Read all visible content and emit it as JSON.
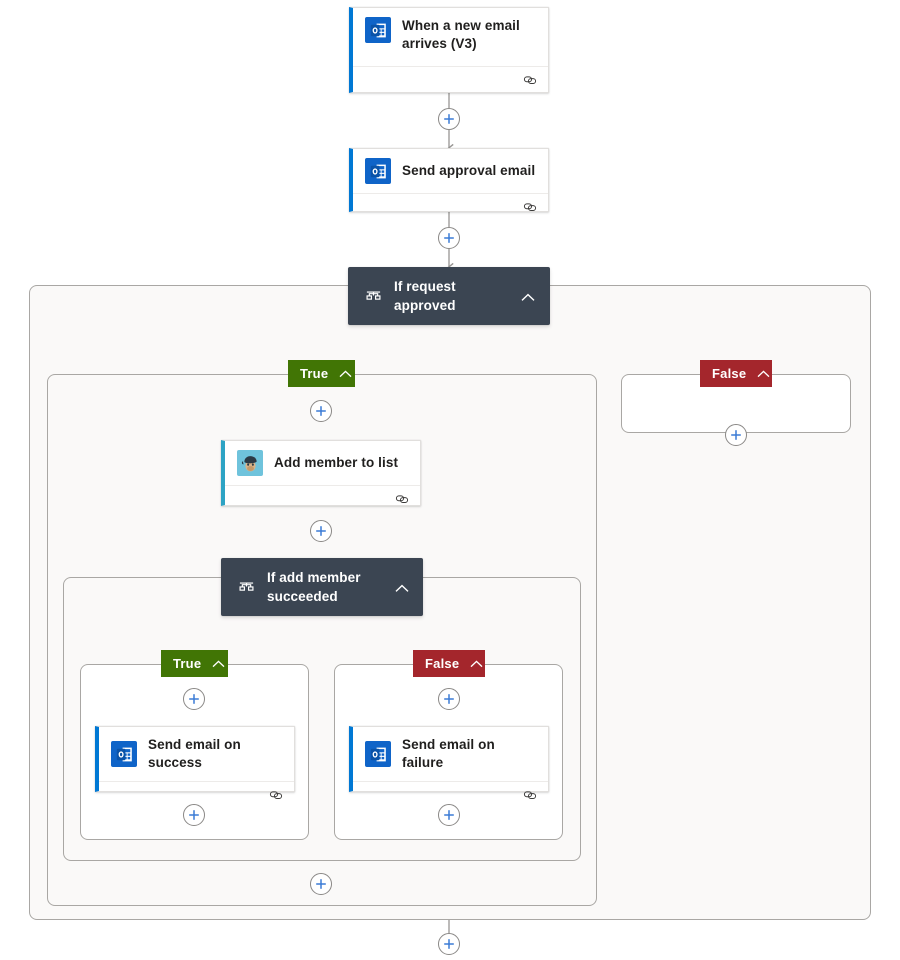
{
  "flow": {
    "title": "Email approval flow designer canvas",
    "colors": {
      "accent_blue": "#0078d4",
      "condition_dark": "#3b4552",
      "true_green": "#417505",
      "false_red": "#a4262c",
      "scope_bg": "#faf9f8",
      "edge_gray": "#979593",
      "mailchimp_teal": "#2da3c4"
    },
    "nodes": {
      "trigger": {
        "label": "When a new email arrives (V3)",
        "icon": "outlook-icon",
        "footer_icon": "link-icon"
      },
      "send_approval": {
        "label": "Send approval email",
        "icon": "outlook-icon",
        "footer_icon": "link-icon"
      },
      "condition_outer": {
        "label": "If request approved",
        "icon": "condition-icon",
        "collapse_icon": "chevron-up-icon"
      },
      "add_member": {
        "label": "Add member to list",
        "icon": "mailchimp-icon",
        "footer_icon": "link-icon"
      },
      "condition_inner": {
        "label": "If add member succeeded",
        "icon": "condition-icon",
        "collapse_icon": "chevron-up-icon"
      },
      "send_success": {
        "label": "Send email on success",
        "icon": "outlook-icon",
        "footer_icon": "link-icon"
      },
      "send_failure": {
        "label": "Send email on failure",
        "icon": "outlook-icon",
        "footer_icon": "link-icon"
      }
    },
    "branches": {
      "outer_true": {
        "label": "True",
        "collapse_icon": "chevron-up-icon"
      },
      "outer_false": {
        "label": "False",
        "collapse_icon": "chevron-up-icon"
      },
      "inner_true": {
        "label": "True",
        "collapse_icon": "chevron-up-icon"
      },
      "inner_false": {
        "label": "False",
        "collapse_icon": "chevron-up-icon"
      }
    },
    "add_buttons": [
      {
        "id": "add-after-trigger",
        "name": "add-step-after-trigger"
      },
      {
        "id": "add-after-approval",
        "name": "add-step-after-send-approval-email"
      },
      {
        "id": "add-true-top",
        "name": "add-step-true-branch-top"
      },
      {
        "id": "add-after-add-member",
        "name": "add-step-after-add-member"
      },
      {
        "id": "add-false-empty",
        "name": "add-step-false-branch"
      },
      {
        "id": "add-inner-true-top",
        "name": "add-step-inner-true-top"
      },
      {
        "id": "add-inner-true-bottom",
        "name": "add-step-inner-true-bottom"
      },
      {
        "id": "add-inner-false-top",
        "name": "add-step-inner-false-top"
      },
      {
        "id": "add-inner-false-bottom",
        "name": "add-step-inner-false-bottom"
      },
      {
        "id": "add-true-bottom",
        "name": "add-step-true-branch-bottom"
      },
      {
        "id": "add-flow-end",
        "name": "add-step-flow-end"
      }
    ]
  }
}
